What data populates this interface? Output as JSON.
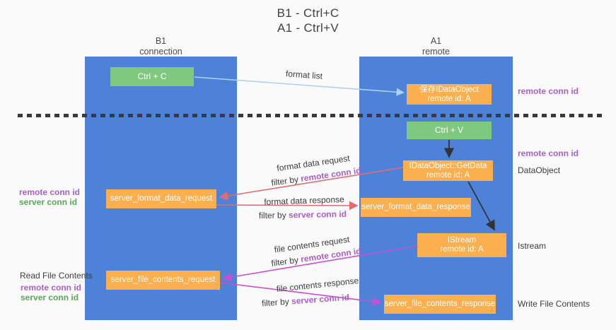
{
  "title": {
    "line1": "B1 - Ctrl+C",
    "line2": "A1 - Ctrl+V"
  },
  "columns": {
    "left": {
      "header_line1": "B1",
      "header_line2": "connection"
    },
    "right": {
      "header_line1": "A1",
      "header_line2": "remote"
    }
  },
  "boxes": {
    "ctrl_c": "Ctrl + C",
    "ctrl_v": "Ctrl + V",
    "save_dataobject": {
      "line1": "保存IDataObject",
      "line2": "remote id: A"
    },
    "getdata": {
      "line1": "IDataObject::GetData",
      "line2": "remote id: A"
    },
    "istream": {
      "line1": "IStream",
      "line2": "remote id: A"
    },
    "server_format_data_request": "server_format_data_request",
    "server_format_data_response": "server_format_data_response",
    "server_file_contents_request": "server_file_contents_request",
    "server_file_contents_response": "server_file_contents_response"
  },
  "arrow_labels": {
    "format_list": "format list",
    "format_data_request": "format data request",
    "format_data_response": "format data response",
    "file_contents_request": "file contents request",
    "file_contents_response": "file contents response",
    "filter_by_prefix": "filter by ",
    "remote_conn_id": "remote conn id",
    "server_conn_id": "server conn id"
  },
  "side_labels": {
    "right_remote_conn_id_top": "remote conn id",
    "right_remote_conn_id_mid": "remote conn id",
    "right_dataobject": "DataObject",
    "right_istream": "Istream",
    "right_write_file_contents": "Write File Contents",
    "left_remote_conn_id_mid": "remote conn id",
    "left_server_conn_id_mid": "server conn id",
    "left_read_file_contents": "Read File Contents",
    "left_remote_conn_id_bottom": "remote conn id",
    "left_server_conn_id_bottom": "server conn id"
  },
  "colors": {
    "column_blue": "#4d82d8",
    "box_green": "#7ec87f",
    "box_orange": "#fbaf4e",
    "purple_text": "#ab5fc9",
    "green_text": "#5aa85a",
    "salmon_arrow": "#e06c72",
    "magenta_arrow": "#ca4fd0",
    "light_blue_arrow": "#a9d3f0",
    "black_arrow": "#333333"
  }
}
